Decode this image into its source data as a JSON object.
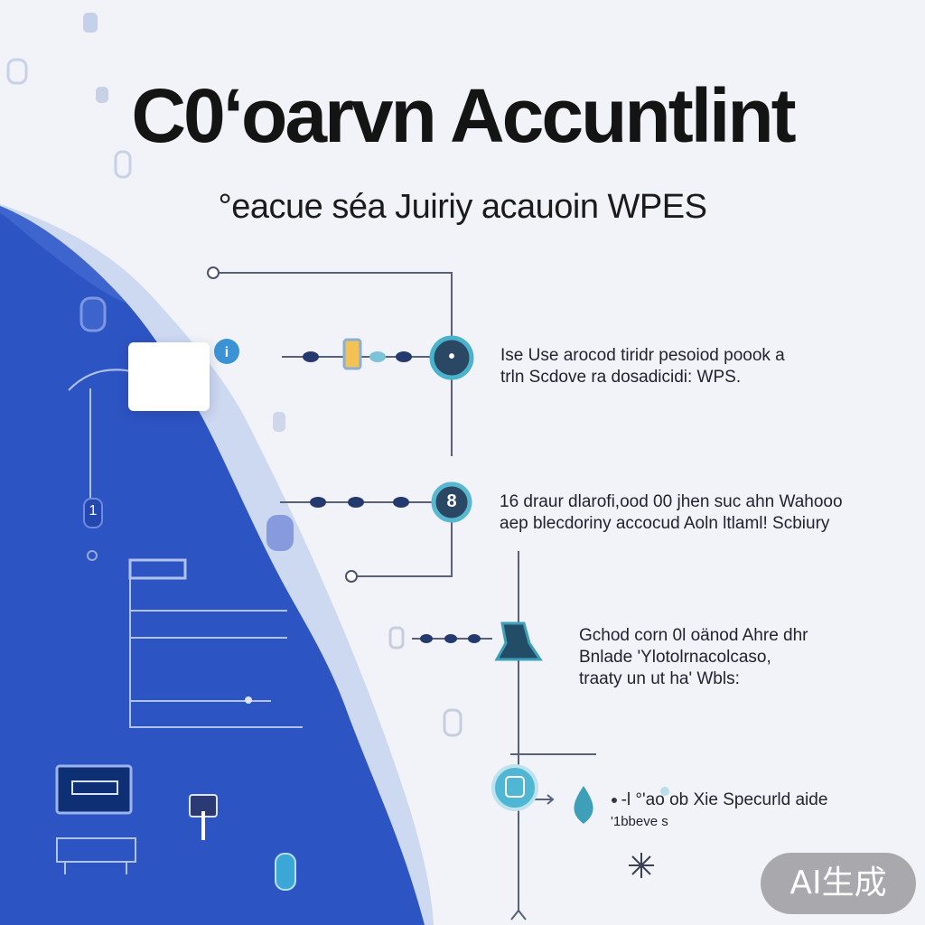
{
  "header": {
    "title": "C0‘oarvn Accuntlint",
    "subtitle": "°eacue séa Juiriy acauoin WPES"
  },
  "steps": [
    {
      "badge": "•",
      "lines": [
        "Ise  Use arocod tiridr pesoiod poook  a",
        "trln Scdove ra dosadicidi: WPS."
      ]
    },
    {
      "badge": "8",
      "lines": [
        "16  draur dlarofi,ood 00 jhen suc ahn Wahooo",
        "aep blecdoriny accocud Aoln ltlaml! Scbiury"
      ]
    },
    {
      "badge": "",
      "lines": [
        "Gchod corn 0l oänod Ahre dhr",
        "Bnlade 'Ylotolrnacolcaso,",
        "traaty un ut ha' Wbls:"
      ]
    },
    {
      "badge": "",
      "lines": [
        "· -l   °'ao ob  Xie  Specurld aide",
        "            '1bbeve s"
      ]
    }
  ],
  "side_marks": {
    "left_marker": "1"
  },
  "watermark": "AI生成",
  "colors": {
    "background": "#f1f3f9",
    "wave": "#2d54c3",
    "wave_light": "#c7d3ef",
    "node_teal": "#3e9fb8",
    "node_dark": "#234c66",
    "line": "#58607a",
    "chain_dot": "#243a6e"
  }
}
